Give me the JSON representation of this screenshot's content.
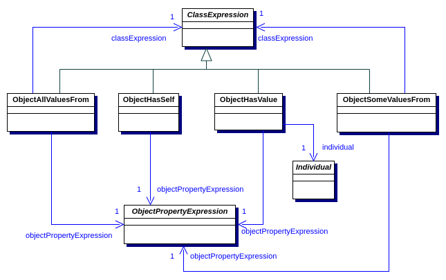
{
  "classes": [
    {
      "name": "ClassExpression",
      "abstract": true
    },
    {
      "name": "ObjectAllValuesFrom",
      "abstract": false
    },
    {
      "name": "ObjectHasSelf",
      "abstract": false
    },
    {
      "name": "ObjectHasValue",
      "abstract": false
    },
    {
      "name": "ObjectSomeValuesFrom",
      "abstract": false
    },
    {
      "name": "Individual",
      "abstract": true
    },
    {
      "name": "ObjectPropertyExpression",
      "abstract": true
    }
  ],
  "associations": [
    {
      "from": "ObjectAllValuesFrom",
      "to": "ClassExpression",
      "role": "classExpression",
      "multiplicity": "1"
    },
    {
      "from": "ObjectSomeValuesFrom",
      "to": "ClassExpression",
      "role": "classExpression",
      "multiplicity": "1"
    },
    {
      "from": "ObjectHasSelf",
      "to": "ObjectPropertyExpression",
      "role": "objectPropertyExpression",
      "multiplicity": "1"
    },
    {
      "from": "ObjectAllValuesFrom",
      "to": "ObjectPropertyExpression",
      "role": "objectPropertyExpression",
      "multiplicity": "1"
    },
    {
      "from": "ObjectHasValue",
      "to": "ObjectPropertyExpression",
      "role": "objectPropertyExpression",
      "multiplicity": "1"
    },
    {
      "from": "ObjectSomeValuesFrom",
      "to": "ObjectPropertyExpression",
      "role": "objectPropertyExpression",
      "multiplicity": "1"
    },
    {
      "from": "ObjectHasValue",
      "to": "Individual",
      "role": "individual",
      "multiplicity": "1"
    }
  ],
  "generalizations": [
    {
      "from": "ObjectAllValuesFrom",
      "to": "ClassExpression"
    },
    {
      "from": "ObjectHasSelf",
      "to": "ClassExpression"
    },
    {
      "from": "ObjectHasValue",
      "to": "ClassExpression"
    },
    {
      "from": "ObjectSomeValuesFrom",
      "to": "ClassExpression"
    }
  ],
  "colors": {
    "association": "#0000ff",
    "generalization": "#0f4040",
    "box_border": "#000000",
    "box_shadow": "#000080",
    "background": "#ffffff"
  }
}
